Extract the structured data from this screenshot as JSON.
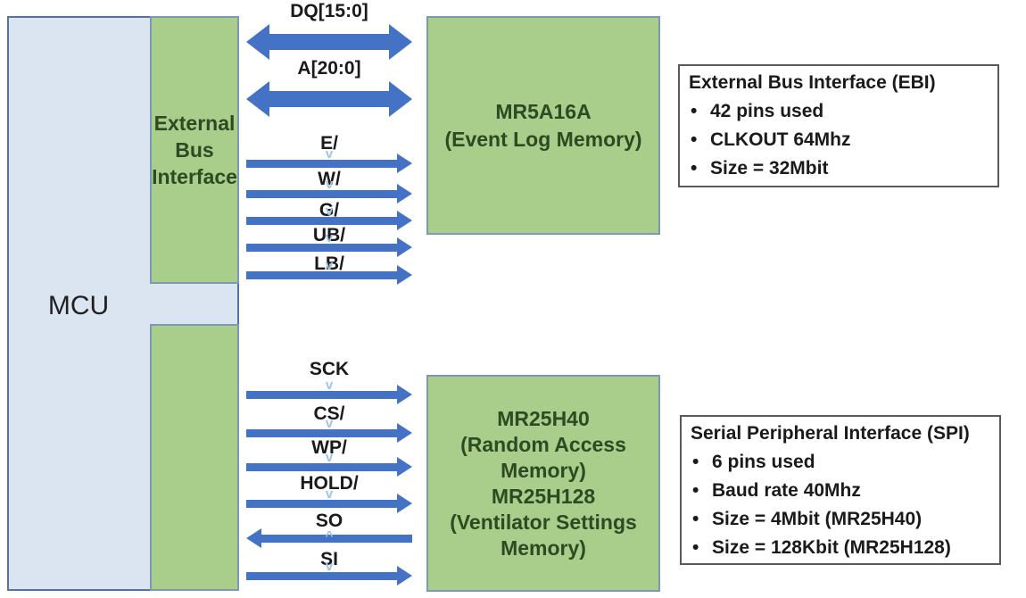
{
  "diagram": {
    "mcu": {
      "label": "MCU"
    },
    "ebi_block": {
      "label": "External Bus Interface"
    },
    "event_log_memory": {
      "lines": [
        "MR5A16A",
        "(Event Log Memory)"
      ]
    },
    "settings_memory": {
      "lines": [
        "MR25H40",
        "(Random Access",
        "Memory)",
        "MR25H128",
        "(Ventilator Settings",
        "Memory)"
      ]
    },
    "ebi_signals": [
      {
        "label": "DQ[15:0]",
        "direction": "bidirectional"
      },
      {
        "label": "A[20:0]",
        "direction": "bidirectional"
      },
      {
        "label": "E/",
        "direction": "to-memory"
      },
      {
        "label": "W/",
        "direction": "to-memory"
      },
      {
        "label": "G/",
        "direction": "to-memory"
      },
      {
        "label": "UB/",
        "direction": "to-memory"
      },
      {
        "label": "LB/",
        "direction": "to-memory"
      }
    ],
    "spi_signals": [
      {
        "label": "SCK",
        "direction": "to-memory"
      },
      {
        "label": "CS/",
        "direction": "to-memory"
      },
      {
        "label": "WP/",
        "direction": "to-memory"
      },
      {
        "label": "HOLD/",
        "direction": "to-memory"
      },
      {
        "label": "SO",
        "direction": "to-mcu"
      },
      {
        "label": "SI",
        "direction": "to-memory"
      }
    ],
    "ebi_info": {
      "title": "External Bus Interface (EBI)",
      "bullets": [
        "42 pins used",
        "CLKOUT 64Mhz",
        "Size = 32Mbit"
      ]
    },
    "spi_info": {
      "title": "Serial Peripheral Interface (SPI)",
      "bullets": [
        "6 pins used",
        "Baud rate 40Mhz",
        "Size = 4Mbit (MR25H40)",
        "Size = 128Kbit (MR25H128)"
      ]
    },
    "icons": {
      "bullet": "•",
      "chevron_down": "v",
      "chevron_up": "^"
    },
    "colors": {
      "arrow_blue": "#4472c4",
      "chevron_blue": "#9dc3e6",
      "green_fill": "#a9cd8a",
      "green_border": "#7b99b2",
      "mcu_fill": "#dbe5f2",
      "mcu_border": "#54749e",
      "box_border": "#595959",
      "block_text": "#2e4a22"
    }
  }
}
